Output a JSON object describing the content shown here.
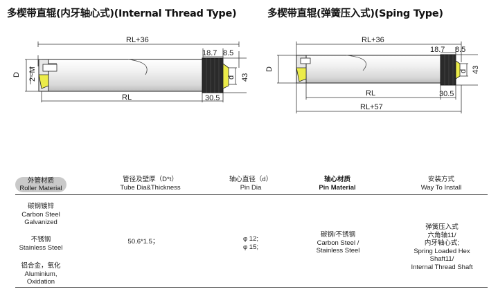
{
  "titles": {
    "left": "多楔带直辊(内牙轴心式)(Internal Thread Type)",
    "right": "多楔带直辊(弹簧压入式)(Sping Type)"
  },
  "left_drawing": {
    "dim_total": "RL+36",
    "dim_top_a": "18.7",
    "dim_top_b": "8.5",
    "dim_D": "D",
    "dim_M": "2~M",
    "dim_d": "d",
    "dim_43": "43",
    "dim_RL": "RL",
    "dim_30_5": "30.5"
  },
  "right_drawing": {
    "dim_total": "RL+36",
    "dim_top_a": "18.7",
    "dim_top_b": "8.5",
    "dim_D": "D",
    "dim_d": "d",
    "dim_43": "43",
    "dim_RL": "RL",
    "dim_30_5": "30.5",
    "dim_RL57": "RL+57"
  },
  "table": {
    "headers": {
      "material_cn": "外管材质",
      "material_en": "Roller Material",
      "tube_cn": "管径及壁厚（D*t）",
      "tube_en": "Tube Dia&Thickness",
      "pin_cn": "轴心直径（d）",
      "pin_en": "Pin Dia",
      "pinmat_cn": "轴心材质",
      "pinmat_en": "Pin Material",
      "install_cn": "安装方式",
      "install_en": "Way To Install"
    },
    "materials": {
      "m1_cn": "碳钢镀锌",
      "m1_en1": "Carbon Steel",
      "m1_en2": "Galvanized",
      "m2_cn": "不锈钢",
      "m2_en": "Stainless Steel",
      "m3_cn": "铝合金，氧化",
      "m3_en1": "Aluminium,",
      "m3_en2": "Oxidation"
    },
    "tube": "50.6*1.5；",
    "pin_dia": [
      "φ 12;",
      "φ 15;"
    ],
    "pin_material": [
      "碳钢/不锈钢",
      "Carbon Steel /",
      "Stainless Steel"
    ],
    "install": [
      "弹簧压入式",
      "六角轴11/",
      "内牙轴心式;",
      "Spring Loaded Hex",
      "Shaft11/",
      "Internal Thread Shaft"
    ]
  }
}
